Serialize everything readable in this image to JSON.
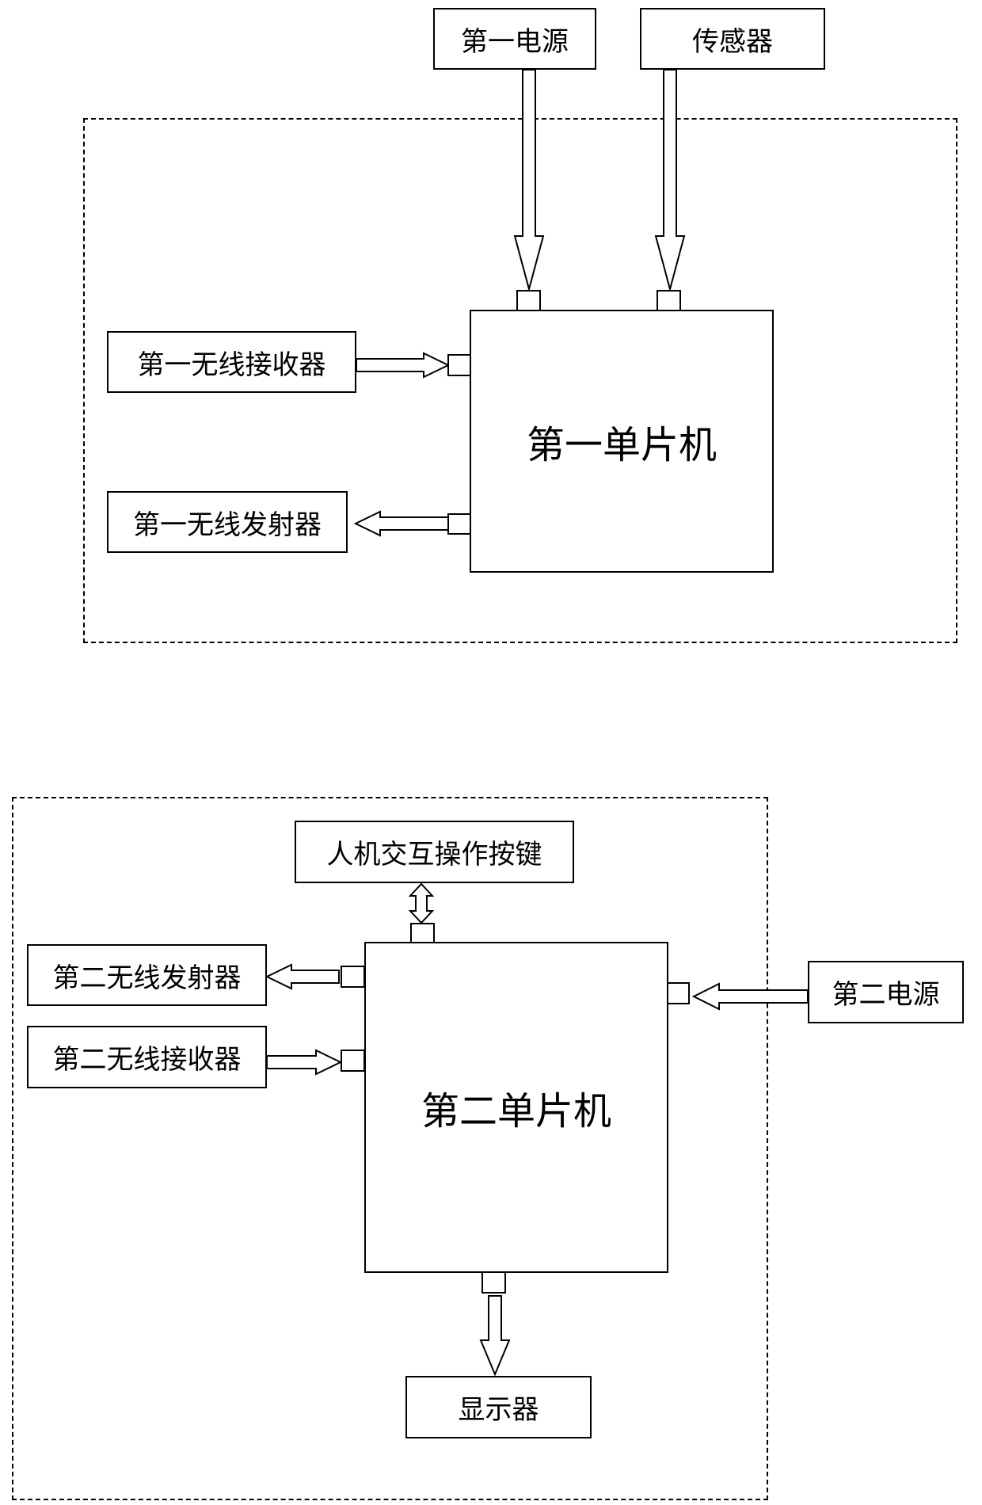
{
  "top": {
    "power": "第一电源",
    "sensor": "传感器",
    "receiver": "第一无线接收器",
    "transmitter": "第一无线发射器",
    "mcu": "第一单片机"
  },
  "bottom": {
    "keys": "人机交互操作按键",
    "transmitter": "第二无线发射器",
    "receiver": "第二无线接收器",
    "power": "第二电源",
    "mcu": "第二单片机",
    "display": "显示器"
  }
}
